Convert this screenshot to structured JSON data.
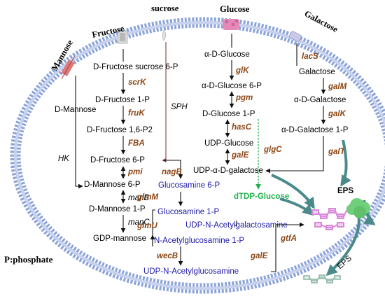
{
  "sugars": {
    "mannose": "Mannose",
    "fructose": "Fructose",
    "sucrose": "sucrose",
    "glucose": "Glucose",
    "galactose": "Galactose"
  },
  "note": "P:phosphate",
  "fructose_path": {
    "n1": "D-Fructose sucrose 6-P",
    "n2": "D-Fructose 1-P",
    "n3": "D-Fructose 1,6-P2",
    "n4": "D-Fructose 6-P",
    "n5": "D-Mannose 6-P",
    "n6": "D-Mannose 1-P",
    "n7": "GDP-mannose",
    "mannose": "D-Mannose"
  },
  "glucose_path": {
    "n1": "α-D-Glucose",
    "n2": "α-D-Glucose 6-P",
    "n3": "D-Glucose 1-P",
    "n4": "UDP-Glucose",
    "n5": "UDP-α-D-galactose",
    "dtdp": "dTDP-Glucose"
  },
  "galactose_path": {
    "n1": "Galactose",
    "n2": "α-D-Galactose",
    "n3": "α-D-Galactose 1-P"
  },
  "amino_path": {
    "n1": "Glucosamine 6-P",
    "n2": "Glucosamine 1-P",
    "n3": "UDP-N-Acetylgalactosamine",
    "n4": "N-Acetylglucosamine 1-P",
    "n5": "UDP-N-Acetylglucosamine"
  },
  "enzymes": {
    "scrK": "scrK",
    "fruK": "fruK",
    "FBA": "FBA",
    "SPH": "SPH",
    "HK": "HK",
    "pmi": "pmi",
    "manB": "manB",
    "manC": "manC",
    "nagB": "nagB",
    "glmM": "glmM",
    "glmU": "glmU",
    "wecB": "wecB",
    "glk": "glK",
    "pgm": "pgm",
    "hasC": "hasC",
    "galE1": "galE",
    "glgC": "glgC",
    "lacS": "lacS",
    "galM": "galM",
    "galK": "galK",
    "galT": "galT",
    "gtfA": "gtfA",
    "galE2": "galE"
  },
  "eps": {
    "label1": "EPS",
    "label2": "EPS"
  },
  "colors": {
    "membrane": "#8ca4d8",
    "membrane_core": "#c8d2ee",
    "enzyme": "#8b4513",
    "amino_text": "#1f1aa8",
    "dtdp": "#22b14c",
    "flow_arrow": "#4a8a8a",
    "eps_blob": "#6fcf7a"
  }
}
